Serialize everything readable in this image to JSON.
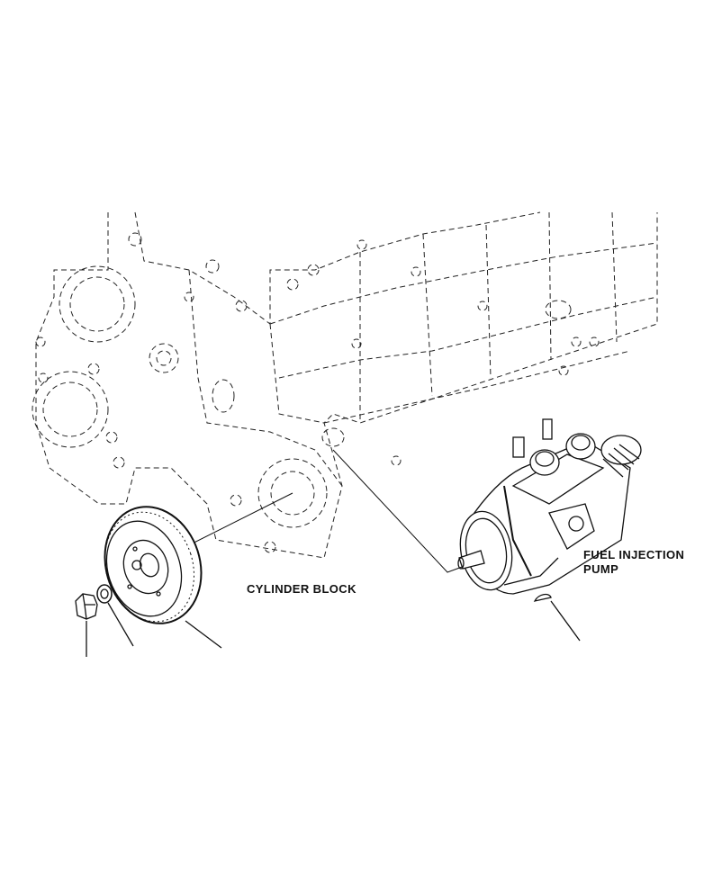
{
  "labels": {
    "cylinder_block": "CYLINDER BLOCK",
    "fuel_injection_pump_line1": "FUEL INJECTION",
    "fuel_injection_pump_line2": "PUMP"
  }
}
